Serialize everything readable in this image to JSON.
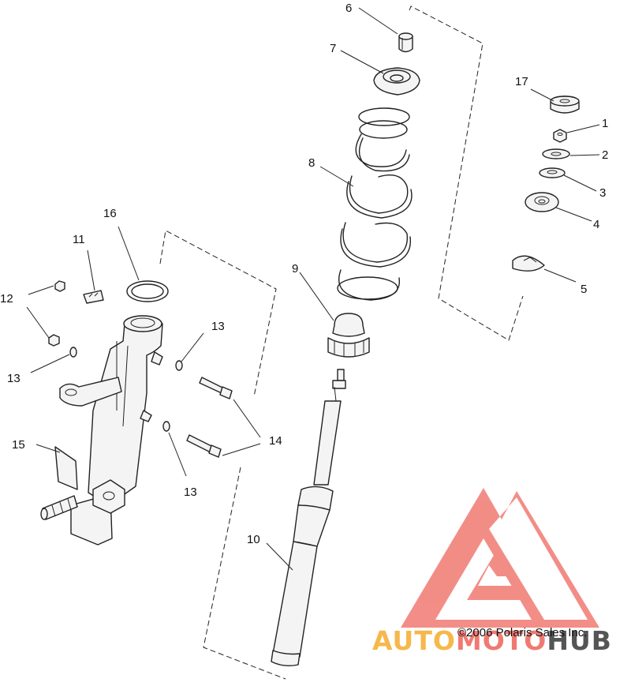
{
  "callouts": [
    {
      "id": "1",
      "label": "1"
    },
    {
      "id": "2",
      "label": "2"
    },
    {
      "id": "3",
      "label": "3"
    },
    {
      "id": "4",
      "label": "4"
    },
    {
      "id": "5",
      "label": "5"
    },
    {
      "id": "6",
      "label": "6"
    },
    {
      "id": "7",
      "label": "7"
    },
    {
      "id": "8",
      "label": "8"
    },
    {
      "id": "9",
      "label": "9"
    },
    {
      "id": "10",
      "label": "10"
    },
    {
      "id": "11",
      "label": "11"
    },
    {
      "id": "12",
      "label": "12"
    },
    {
      "id": "13a",
      "label": "13"
    },
    {
      "id": "13b",
      "label": "13"
    },
    {
      "id": "13c",
      "label": "13"
    },
    {
      "id": "14",
      "label": "14"
    },
    {
      "id": "15",
      "label": "15"
    },
    {
      "id": "16",
      "label": "16"
    },
    {
      "id": "17",
      "label": "17"
    }
  ],
  "copyright": "©2006 Polaris Sales Inc.",
  "watermark": {
    "part1": "AUTO",
    "part2": "MOTO",
    "part3": "HUB",
    "colors": {
      "logo": "#f07a72",
      "auto": "#f6b84a",
      "moto": "#f07a72",
      "hub": "#555555"
    }
  }
}
